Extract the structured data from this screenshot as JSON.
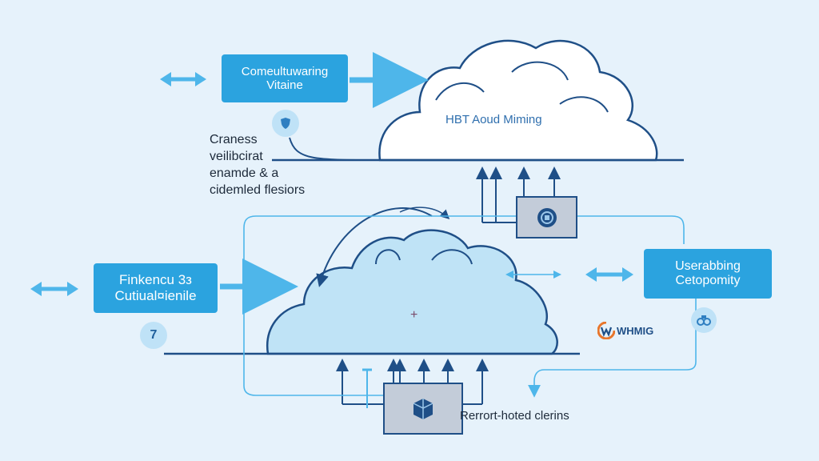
{
  "boxes": {
    "top_left": {
      "line1": "Comeultuwaring",
      "line2": "Vitaine"
    },
    "bottom_left": {
      "line1": "Finkencu 3з",
      "line2": "Cutiual¤ienile"
    },
    "right": {
      "line1": "Userabbing",
      "line2": "Cetopomity"
    }
  },
  "clouds": {
    "top": {
      "label": "HBT Aoud Miming"
    },
    "bottom": {
      "label": "+"
    }
  },
  "notes": {
    "left_multiline": [
      "Craness",
      "veilibcirat",
      "enamde & a",
      "cidemled flesiors"
    ],
    "bottom_caption": "Rerrort-hoted clerins"
  },
  "badges": {
    "seven": "7"
  },
  "logo": {
    "text": "WHMIG"
  },
  "colors": {
    "background": "#e6f2fb",
    "box_fill": "#2ba3df",
    "line_dark": "#1f4f87",
    "arrow_light": "#4eb6ea",
    "cloud_top_fill": "#ffffff",
    "cloud_bottom_fill": "#bfe3f6"
  },
  "icons": [
    "shield-icon",
    "gear-chip-icon",
    "cube-icon",
    "wheel-icon",
    "logo-w-icon"
  ]
}
